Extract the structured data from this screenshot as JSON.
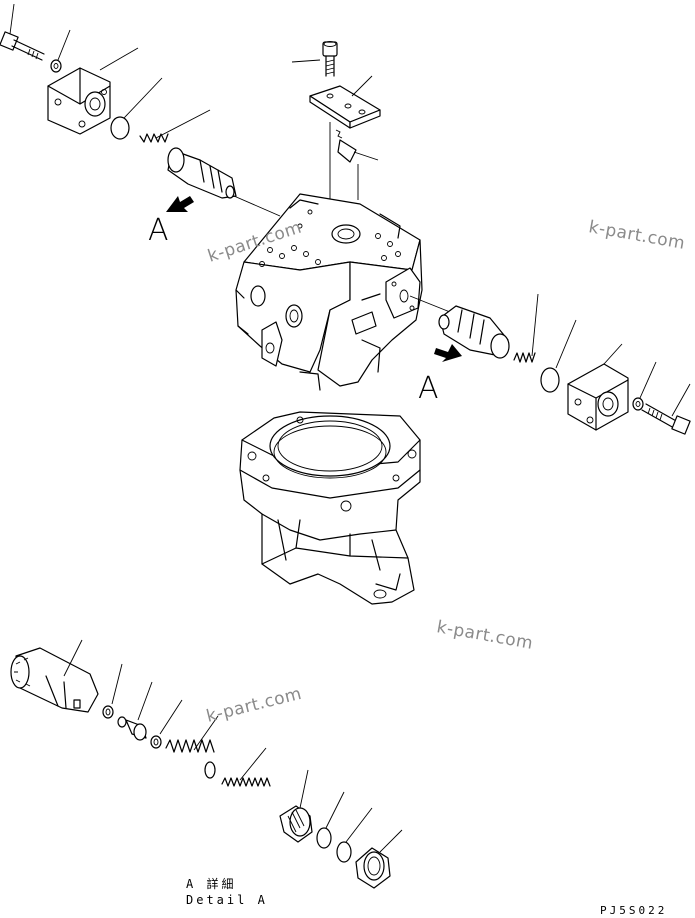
{
  "view_labels": [
    "A",
    "A"
  ],
  "watermarks": [
    "k-part.com",
    "k-part.com",
    "k-part.com",
    "k-part.com"
  ],
  "detail_caption": {
    "japanese": "A 詳細",
    "english": "Detail A"
  },
  "drawing_code": "PJ5S022"
}
